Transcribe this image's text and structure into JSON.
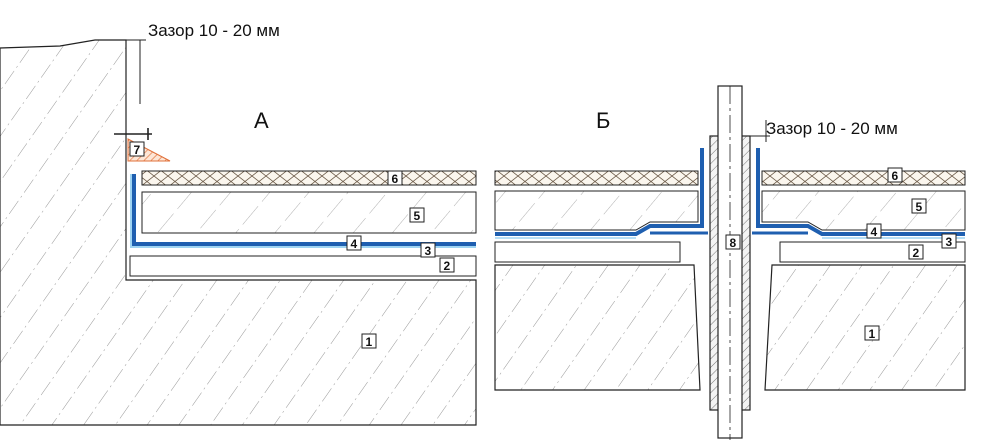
{
  "labels": {
    "section_a": "А",
    "section_b": "Б",
    "gap_a": "Зазор 10 - 20 мм",
    "gap_b": "Зазор 10 - 20 мм"
  },
  "markers": {
    "m1": "1",
    "m2": "2",
    "m3": "3",
    "m4": "4",
    "m5": "5",
    "m6": "6",
    "m7": "7",
    "m8": "8"
  },
  "colors": {
    "membrane_blue": "#1f5fb0",
    "membrane_light": "#9fd4f2",
    "seal_orange": "#e0703a",
    "line": "#222222",
    "hatch": "#666666"
  }
}
